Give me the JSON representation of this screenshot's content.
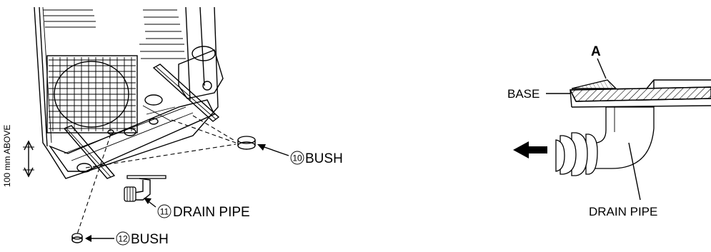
{
  "left_figure": {
    "clearance_note": "100 mm ABOVE",
    "parts": [
      {
        "number": "10",
        "label": "BUSH"
      },
      {
        "number": "11",
        "label": "DRAIN PIPE"
      },
      {
        "number": "12",
        "label": "BUSH"
      }
    ]
  },
  "right_figure": {
    "callout": "A",
    "base_label": "BASE",
    "pipe_label": "DRAIN PIPE"
  }
}
